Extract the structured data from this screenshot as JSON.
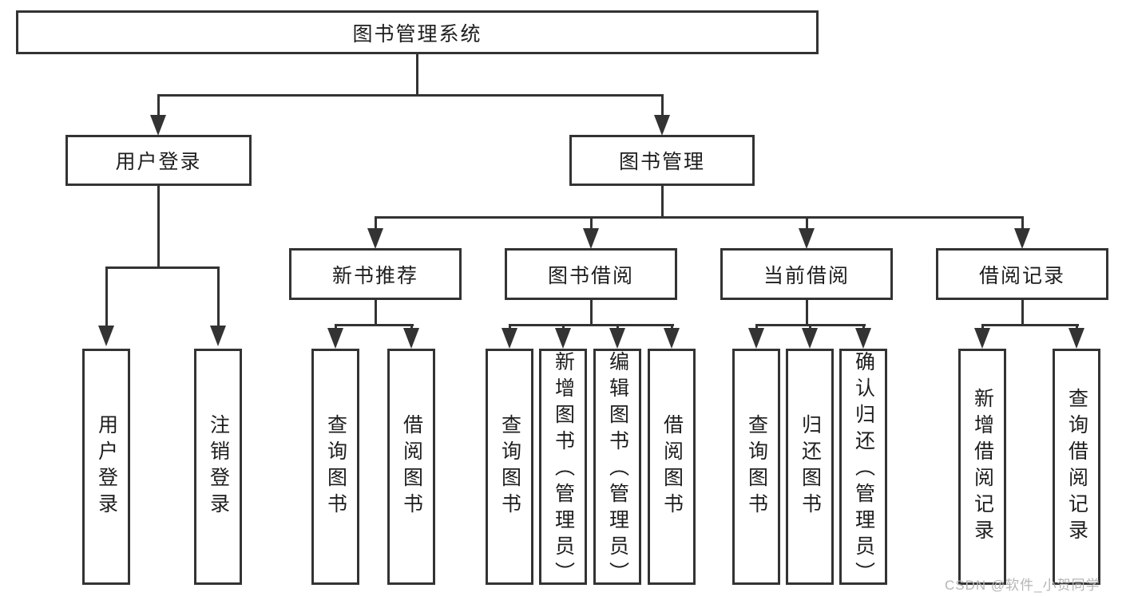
{
  "diagram": {
    "root": {
      "label": "图书管理系统"
    },
    "branches": [
      {
        "label": "用户登录",
        "children": [
          {
            "label": "用户登录"
          },
          {
            "label": "注销登录"
          }
        ]
      },
      {
        "label": "图书管理",
        "children": [
          {
            "label": "新书推荐",
            "children": [
              {
                "label": "查询图书"
              },
              {
                "label": "借阅图书"
              }
            ]
          },
          {
            "label": "图书借阅",
            "children": [
              {
                "label": "查询图书"
              },
              {
                "label": "新增图书（管理员）"
              },
              {
                "label": "编辑图书（管理员）"
              },
              {
                "label": "借阅图书"
              }
            ]
          },
          {
            "label": "当前借阅",
            "children": [
              {
                "label": "查询图书"
              },
              {
                "label": "归还图书"
              },
              {
                "label": "确认归还（管理员）"
              }
            ]
          },
          {
            "label": "借阅记录",
            "children": [
              {
                "label": "新增借阅记录"
              },
              {
                "label": "查询借阅记录"
              }
            ]
          }
        ]
      }
    ]
  },
  "watermark": {
    "text": "CSDN @软件_小贺同学"
  },
  "colors": {
    "line": "#333333",
    "text": "#1e1e1e",
    "watermark": "#b5b5b5",
    "background": "#ffffff"
  }
}
